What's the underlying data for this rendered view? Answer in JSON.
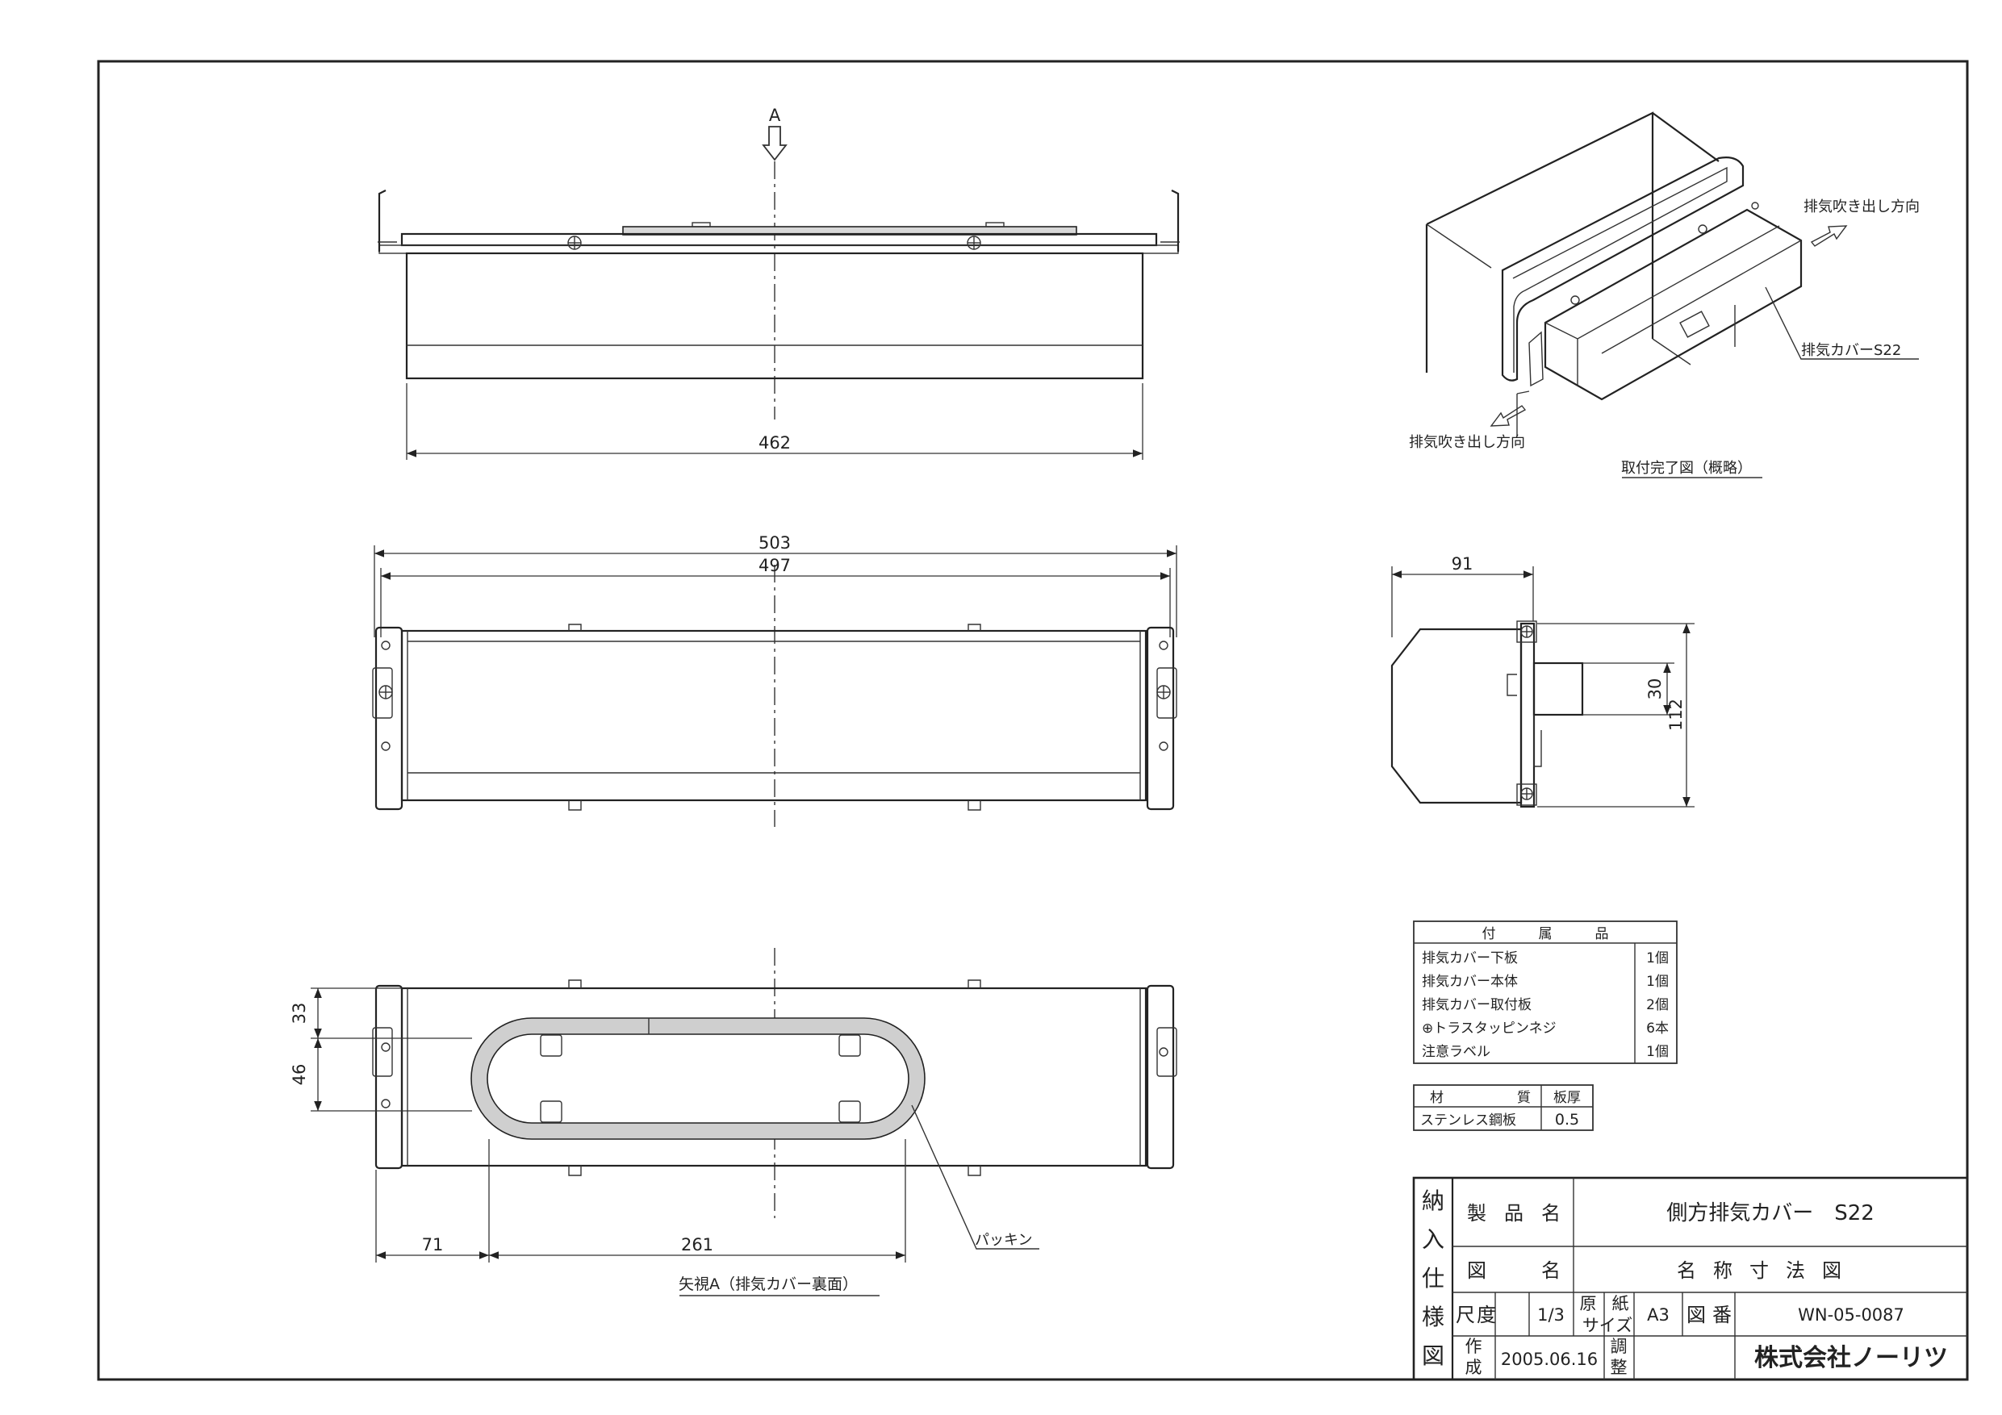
{
  "view_arrow_label": "A",
  "front_view": {
    "width_dim": "462"
  },
  "top_view": {
    "outer_dim": "503",
    "inner_dim": "497"
  },
  "rear_view": {
    "dim_33": "33",
    "dim_46": "46",
    "dim_71": "71",
    "dim_261": "261",
    "gasket_label": "パッキン",
    "caption": "矢視A（排気カバー裏面）"
  },
  "side_view": {
    "depth_dim": "91",
    "opening_dim": "30",
    "height_dim": "112"
  },
  "isometric": {
    "exhaust_dir_top": "排気吹き出し方向",
    "exhaust_dir_bottom": "排気吹き出し方向",
    "part_label": "排気カバーS22",
    "caption": "取付完了図（概略）"
  },
  "accessories": {
    "header": [
      "付",
      "属",
      "品"
    ],
    "rows": [
      {
        "name": "排気カバー下板",
        "qty": "1個"
      },
      {
        "name": "排気カバー本体",
        "qty": "1個"
      },
      {
        "name": "排気カバー取付板",
        "qty": "2個"
      },
      {
        "name": "⊕トラスタッピンネジ",
        "qty": "6本"
      },
      {
        "name": "注意ラベル",
        "qty": "1個"
      }
    ]
  },
  "material": {
    "h_material": [
      "材",
      "質"
    ],
    "h_thickness": "板厚",
    "value": "ステンレス鋼板",
    "thickness": "0.5"
  },
  "title_block": {
    "side_chars": [
      "納",
      "入",
      "仕",
      "様",
      "図"
    ],
    "product_name_label": [
      "製",
      "品",
      "名"
    ],
    "product_name": "側方排気カバー　S22",
    "drawing_name_label": [
      "図",
      "名"
    ],
    "drawing_name": [
      "名",
      "称",
      "寸",
      "法",
      "図"
    ],
    "scale_label": [
      "尺",
      "度"
    ],
    "scale": "1/3",
    "paper_label": [
      "原",
      "紙",
      "サイズ"
    ],
    "paper": "A3",
    "number_label": [
      "図",
      "番"
    ],
    "number": "WN-05-0087",
    "created_label": [
      "作",
      "成"
    ],
    "created": "2005.06.16",
    "adjust_label": [
      "調",
      "整"
    ],
    "company": "株式会社ノーリツ"
  }
}
